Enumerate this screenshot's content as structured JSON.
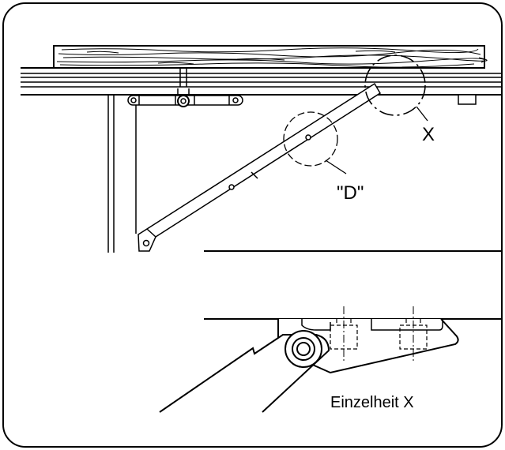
{
  "labels": {
    "callout_x": "X",
    "callout_d": "\"D\"",
    "detail_caption": "Einzelheit X"
  },
  "colors": {
    "line": "#000000",
    "background": "#ffffff"
  }
}
